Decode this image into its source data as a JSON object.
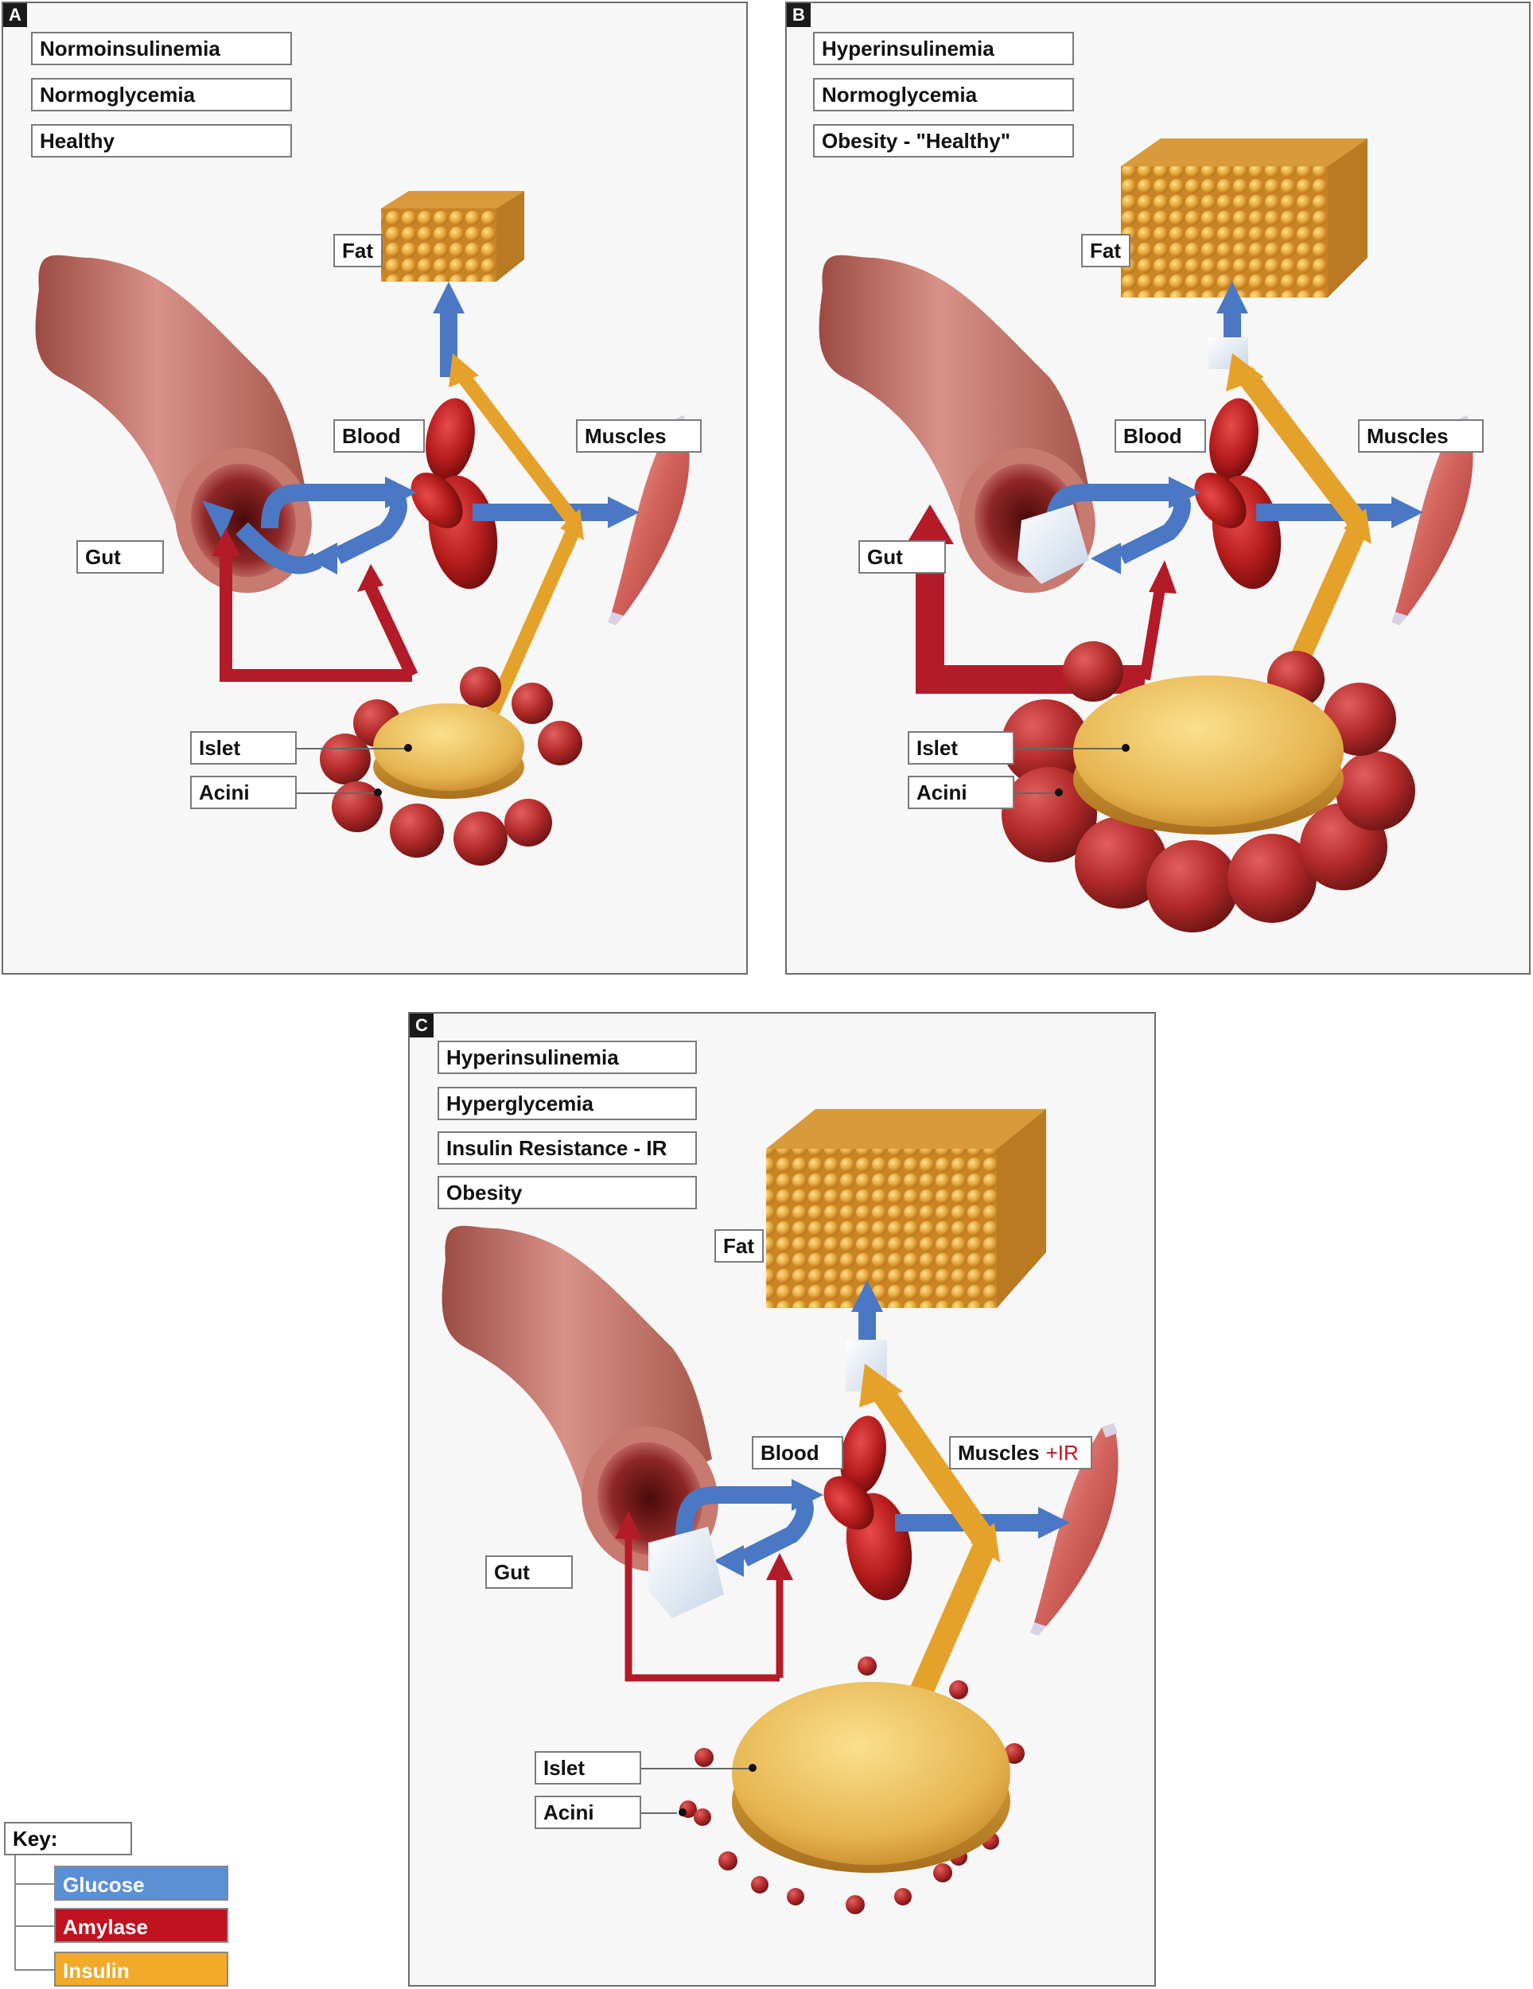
{
  "colors": {
    "glucose": "#4a78c4",
    "amylase": "#b31b28",
    "insulin": "#e5a22a",
    "panel_bg": "#f7f7f7"
  },
  "panels": {
    "a": {
      "letter": "A",
      "conditions": [
        "Normoinsulinemia",
        "Normoglycemia",
        "Healthy"
      ],
      "labels": {
        "fat": "Fat",
        "blood": "Blood",
        "muscles": "Muscles",
        "gut": "Gut",
        "islet": "Islet",
        "acini": "Acini"
      }
    },
    "b": {
      "letter": "B",
      "conditions": [
        "Hyperinsulinemia",
        "Normoglycemia",
        "Obesity - \"Healthy\""
      ],
      "labels": {
        "fat": "Fat",
        "blood": "Blood",
        "muscles": "Muscles",
        "gut": "Gut",
        "islet": "Islet",
        "acini": "Acini"
      }
    },
    "c": {
      "letter": "C",
      "conditions": [
        "Hyperinsulinemia",
        "Hyperglycemia",
        "Insulin Resistance - IR",
        "Obesity"
      ],
      "labels": {
        "fat": "Fat",
        "blood": "Blood",
        "muscles": "Muscles",
        "muscles_ir": "+IR",
        "gut": "Gut",
        "islet": "Islet",
        "acini": "Acini"
      }
    }
  },
  "key": {
    "title": "Key:",
    "items": [
      {
        "label": "Glucose",
        "color": "#5b8fd6"
      },
      {
        "label": "Amylase",
        "color": "#c1121f"
      },
      {
        "label": "Insulin",
        "color": "#f2aa2a"
      }
    ]
  }
}
